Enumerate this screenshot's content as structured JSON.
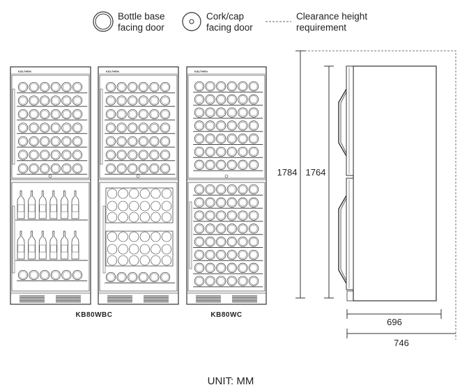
{
  "legend": {
    "bottle_base": {
      "line1": "Bottle base",
      "line2": "facing door",
      "icon": "bottle-base-icon"
    },
    "cork_cap": {
      "line1": "Cork/cap",
      "line2": "facing door",
      "icon": "cork-cap-icon"
    },
    "clearance": {
      "line1": "Clearance height",
      "line2": "requirement",
      "icon": "dashed-line-icon"
    }
  },
  "fridges": {
    "brand": "KÄLTHEN",
    "model_dual": "KB80WBC",
    "model_single": "KB80WC"
  },
  "dimensions": {
    "clearance_height": "1784",
    "height": "1764",
    "depth": "696",
    "depth_with_door": "746"
  },
  "unit_label": "UNIT: MM"
}
